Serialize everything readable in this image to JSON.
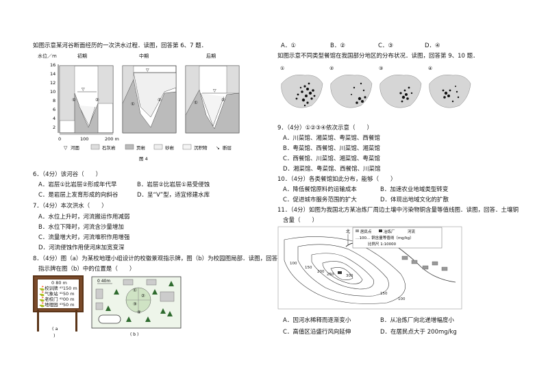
{
  "left": {
    "intro_6_7": "如图示意某河谷断面经历的一次洪水过程．读图，回答第 6、7 题．",
    "fig4": {
      "ylabel": "水位／m",
      "panels": [
        "初期",
        "中期",
        "后期"
      ],
      "yticks": [
        "16",
        "14",
        "12",
        "10",
        "8",
        "6",
        "4",
        "2",
        "0"
      ],
      "xticks": [
        "0",
        "100",
        "200 m"
      ],
      "caption": "图 4",
      "legend": [
        "河面",
        "石灰岩",
        "页岩",
        "砂岩",
        "沉积物",
        "断层"
      ],
      "marks": [
        "①",
        "②",
        "①",
        "②",
        "①",
        "②"
      ]
    },
    "q6": {
      "stem": "6．（4分）该河谷（　　）",
      "A": "A．岩层①比岩层②形成年代早",
      "B": "B．岩层②比岩层①易受侵蚀",
      "C": "C．是岩层上发育形成的向斜谷",
      "D": "D．呈“V”型，适宜修建水库"
    },
    "q7": {
      "stem": "7．（4分）本次洪水（　　）",
      "A": "A．水位上升时，河流搬运作用减弱",
      "B": "B．水位下降时，河流含沙量增加",
      "C": "C．流量增大时，河流堆积作用增强",
      "D": "D．河流侵蚀作用使河床加宽变深"
    },
    "q8": {
      "stem1": "8．（4分）图（a）为某校地理小组设计的校徽景观指示牌，图（b）为校园图局部．读图，回答．",
      "stem2": "指示牌在图（b）中的位置是（　　）",
      "sign_scale": "0    80 m",
      "sign_items": [
        "校训牌",
        "气象站",
        "老校门",
        "地理园"
      ],
      "sign_dists": [
        "⁴³150 m",
        "⁴¹50 m",
        "⁴²00 m",
        "⁴³50 m"
      ],
      "sign_icons": [
        "⛳",
        "⛳",
        "⛳",
        "⛳"
      ],
      "map_scale": "0  40m",
      "map_marks": [
        "①",
        "②",
        "③",
        "④"
      ],
      "cap_a": "( a",
      "cap_a2": ")",
      "cap_b": "( b )"
    }
  },
  "right": {
    "q8_options": [
      "A．①",
      "B．②",
      "C．③",
      "D．④"
    ],
    "intro_9_10": "如图示意不同类型餐馆在我国部分地区的分布状况．读图，回答第 9、10 题．",
    "map_labels": [
      "①",
      "②",
      "③",
      "④"
    ],
    "q9": {
      "stem": "9．（4分）①②③④依次示意（　　）",
      "A": "A．川菜馆、湘菜馆、粤菜馆、西餐馆",
      "B": "B．粤菜馆、西餐馆、川菜馆、湘菜馆",
      "C": "C．西餐馆、川菜馆、湘菜馆、粤菜馆",
      "D": "D．湘菜馆、粤菜馆、西餐馆、川菜馆"
    },
    "q10": {
      "stem": "10．（4分）各类餐馆如此分布，能够（　　）",
      "A": "A．降低餐馆原料的运输成本",
      "B": "B．加速农业地域类型转变",
      "C": "C．促进城市服务范围的扩大",
      "D": "D．体现出地域文化的扩散"
    },
    "q11": {
      "stem1": "11．（4分）如图为我国北方某冶炼厂周边土壤中污染物铜含量等值线图．读图，回答．土壤铜",
      "stem2": "含量（　　）",
      "legend_north": "北",
      "legend_items": [
        "居民点",
        "冶炼厂",
        "河流"
      ],
      "legend_contour": "…100…  铜含量等值线（mg/kg）",
      "legend_scale": "比例尺 1:10000",
      "contour_labels": [
        "100",
        "150",
        "200",
        "250",
        "300",
        "150",
        "100"
      ],
      "A": "A．因河水稀释而逐渐变小",
      "B": "B．从冶炼厂向北递增幅度小",
      "C": "C．高值区沿盛行风向延伸",
      "D": "D．在居民点大于 200mg/kg"
    }
  }
}
